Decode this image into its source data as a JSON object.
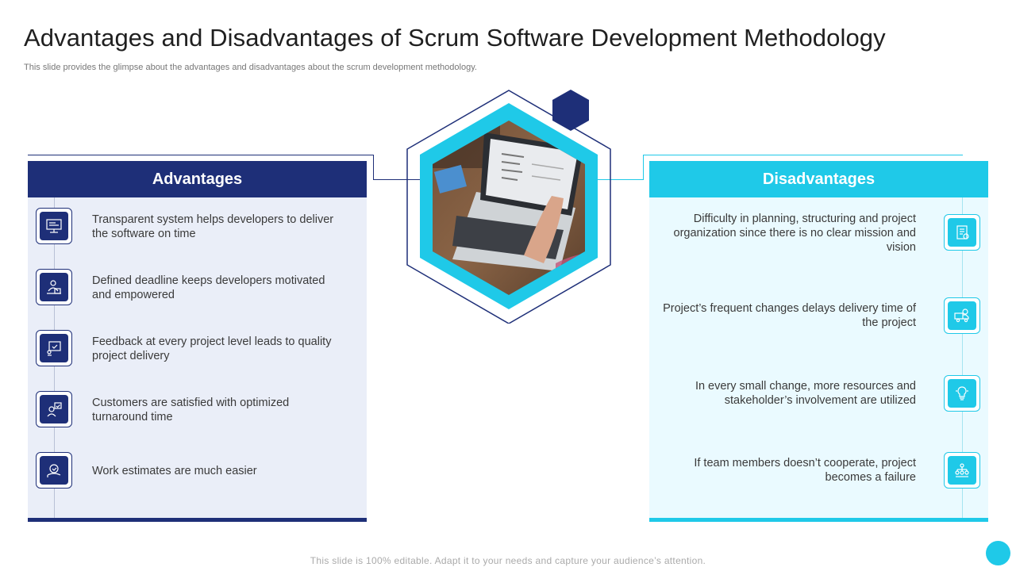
{
  "title": "Advantages and Disadvantages of Scrum Software Development Methodology",
  "subtitle": "This slide provides the glimpse about the advantages and disadvantages about the scrum development methodology.",
  "advantages": {
    "heading": "Advantages",
    "items": [
      {
        "text": "Transparent system helps developers to deliver the software on time",
        "icon": "monitor-icon"
      },
      {
        "text": "Defined deadline keeps developers motivated and empowered",
        "icon": "developer-icon"
      },
      {
        "text": "Feedback at every project level leads to quality project delivery",
        "icon": "feedback-board-icon"
      },
      {
        "text": "Customers are satisfied with optimized turnaround time",
        "icon": "customer-icon"
      },
      {
        "text": "Work estimates are much easier",
        "icon": "estimate-icon"
      }
    ]
  },
  "disadvantages": {
    "heading": "Disadvantages",
    "items": [
      {
        "text": "Difficulty in planning, structuring and project organization since there is no clear mission and vision",
        "icon": "checklist-icon"
      },
      {
        "text": "Project’s frequent changes delays delivery time of the project",
        "icon": "delivery-truck-icon"
      },
      {
        "text": "In every small change, more resources and stakeholder’s involvement are utilized",
        "icon": "lightbulb-icon"
      },
      {
        "text": "If team members doesn’t cooperate, project becomes a failure",
        "icon": "team-hierarchy-icon"
      }
    ]
  },
  "footer": "This slide is 100% editable. Adapt it to your needs and capture your audience’s attention.",
  "colors": {
    "navy": "#1e2f78",
    "cyan": "#1fc9e8"
  }
}
